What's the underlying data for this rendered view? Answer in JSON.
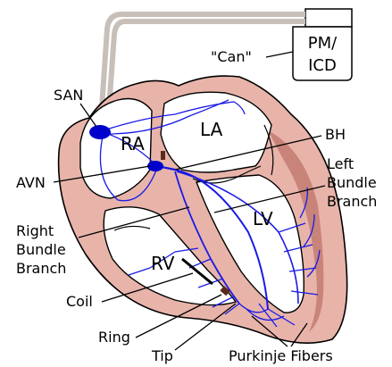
{
  "device": {
    "label_line1": "PM/",
    "label_line2": "ICD",
    "can_label": "\"Can\""
  },
  "chambers": {
    "ra": "RA",
    "la": "LA",
    "rv": "RV",
    "lv": "LV"
  },
  "labels": {
    "san": "SAN",
    "avn": "AVN",
    "bh": "BH",
    "left_bundle_branch": [
      "Left",
      "Bundle",
      "Branch"
    ],
    "right_bundle_branch": [
      "Right",
      "Bundle",
      "Branch"
    ],
    "coil": "Coil",
    "ring": "Ring",
    "tip": "Tip",
    "purkinje_fibers": "Purkinje Fibers"
  },
  "colors": {
    "myocardium": "#e8b4aa",
    "myocardium_dark": "#c9847a",
    "conduction": "#1a1ae6",
    "node": "#0000cc",
    "lead": "#c8c0b8",
    "electrode": "#5a2a1a",
    "outline": "#000000"
  }
}
